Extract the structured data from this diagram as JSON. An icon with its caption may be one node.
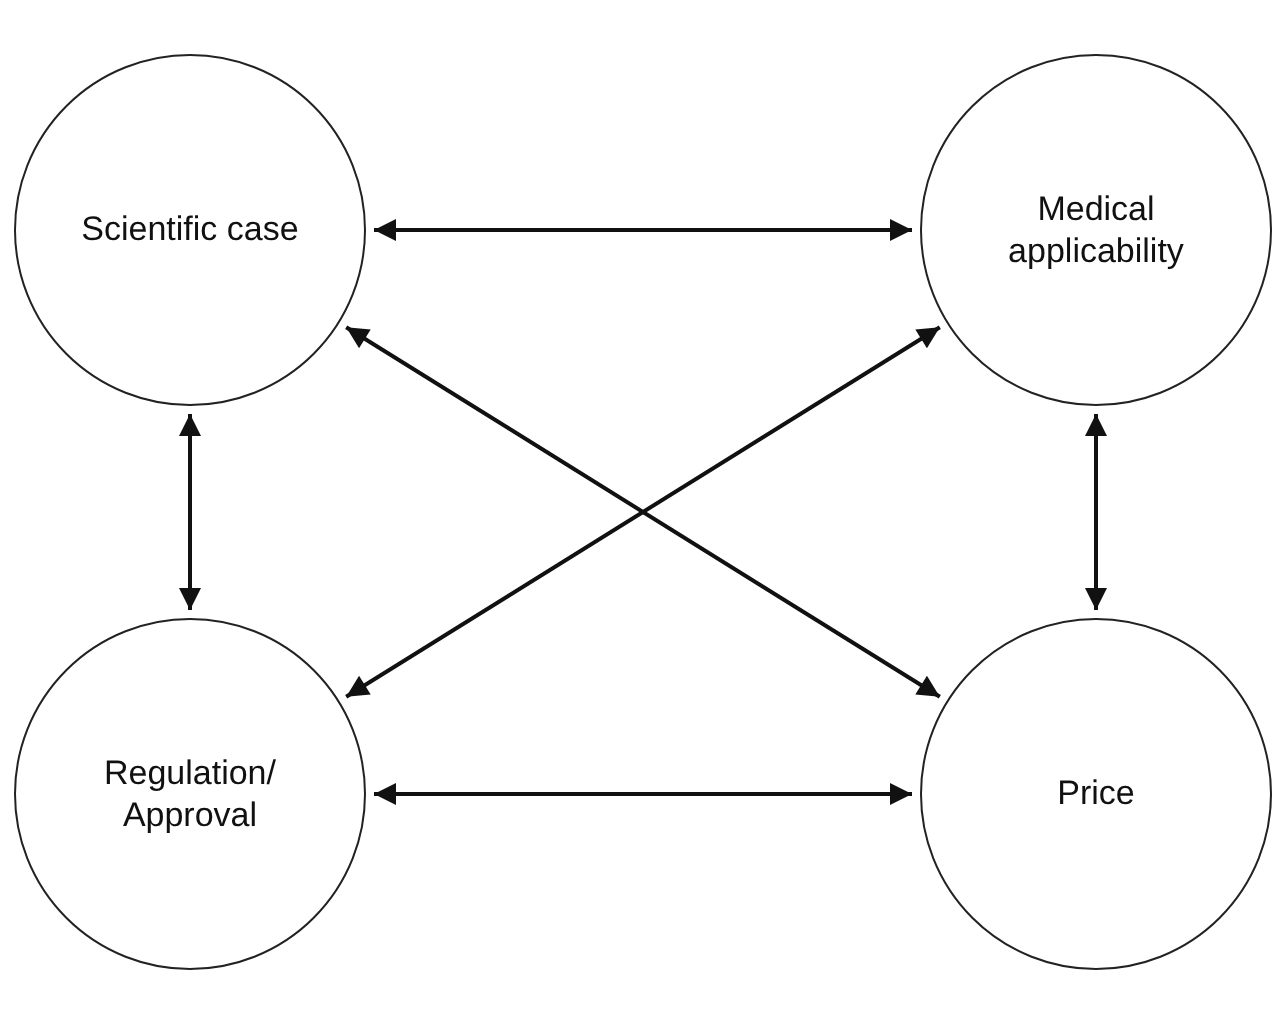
{
  "diagram": {
    "nodes": [
      {
        "text": [
          "Scientific case"
        ]
      },
      {
        "text": [
          "Medical applicability"
        ]
      },
      {
        "text": [
          "Regulation/ Approval"
        ]
      },
      {
        "text": [
          "Price"
        ]
      }
    ],
    "edges": [
      {
        "from": 0,
        "to": 1,
        "arrow": "both"
      },
      {
        "from": 0,
        "to": 2,
        "arrow": "both"
      },
      {
        "from": 1,
        "to": 3,
        "arrow": "both"
      },
      {
        "from": 2,
        "to": 3,
        "arrow": "both"
      },
      {
        "from": 0,
        "to": 3,
        "arrow": "both"
      },
      {
        "from": 1,
        "to": 2,
        "arrow": "both"
      }
    ]
  }
}
